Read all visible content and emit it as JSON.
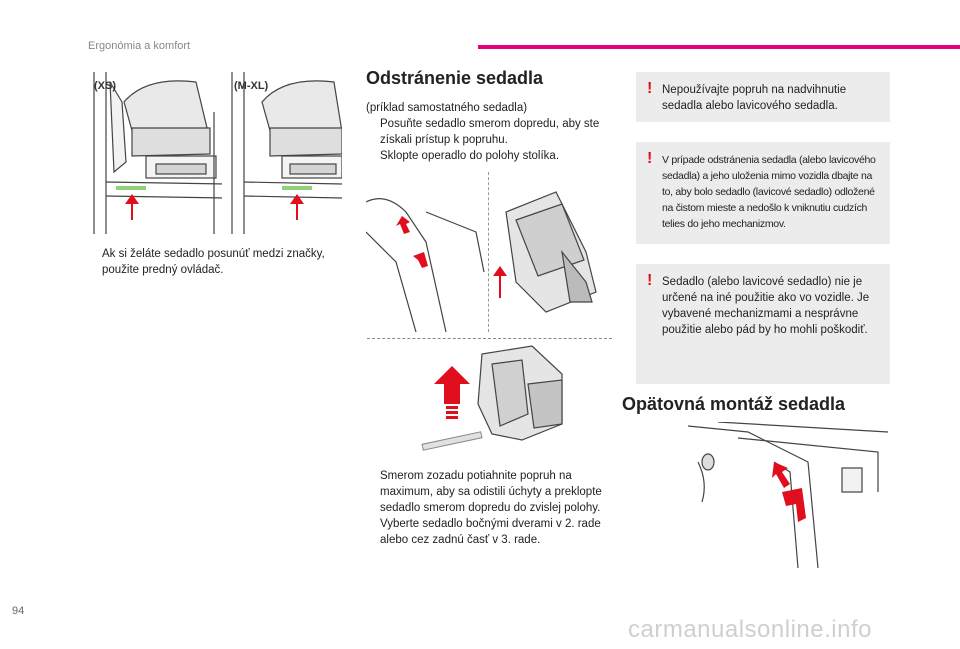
{
  "header": {
    "section": "Ergonómia a komfort"
  },
  "figure_top_left": {
    "label_left": "(XS)",
    "label_right": "(M-XL)"
  },
  "left_column": {
    "bullets": [
      {
        "mark": "",
        "text": "Ak si želáte sedadlo posunúť medzi značky, použite predný ovládač."
      }
    ]
  },
  "removal": {
    "title": "Odstránenie sedadla",
    "intro": "(príklad samostatného sedadla)",
    "bullets": [
      {
        "mark": "",
        "text": "Posuňte sedadlo smerom dopredu, aby ste získali prístup k popruhu."
      },
      {
        "mark": "",
        "text": "Sklopte operadlo do polohy stolíka."
      }
    ],
    "bullets_after": [
      {
        "mark": "",
        "text": "Smerom zozadu potiahnite popruh na maximum, aby sa odistili úchyty a preklopte sedadlo smerom dopredu do zvislej polohy."
      },
      {
        "mark": "",
        "text": "Vyberte sedadlo bočnými dverami v 2. rade alebo cez zadnú časť v 3. rade."
      }
    ]
  },
  "warnings": [
    {
      "icon": "exclamation-icon",
      "mark": "!",
      "text": "Nepoužívajte popruh na nadvihnutie sedadla alebo lavicového sedadla."
    },
    {
      "icon": "exclamation-icon",
      "mark": "!",
      "text": "V prípade odstránenia sedadla (alebo lavicového sedadla) a jeho uloženia mimo vozidla dbajte na to, aby bolo sedadlo (lavicové sedadlo) odložené na čistom mieste a nedošlo k vniknutiu cudzích telies do jeho mechanizmov."
    },
    {
      "icon": "exclamation-icon",
      "mark": "!",
      "text": "Sedadlo (alebo lavicové sedadlo) nie je určené na iné použitie ako vo vozidle. Je vybavené mechanizmami a nesprávne použitie alebo pád by ho mohli poškodiť."
    }
  ],
  "refit": {
    "title": "Opätovná montáž sedadla"
  },
  "footer": {
    "page_number": "94",
    "watermark": "carmanualsonline.info"
  },
  "colors": {
    "accent": "#e6007e",
    "warning": "#e10e1e",
    "arrow": "#e10e1e",
    "marker": "#8fd27a"
  }
}
